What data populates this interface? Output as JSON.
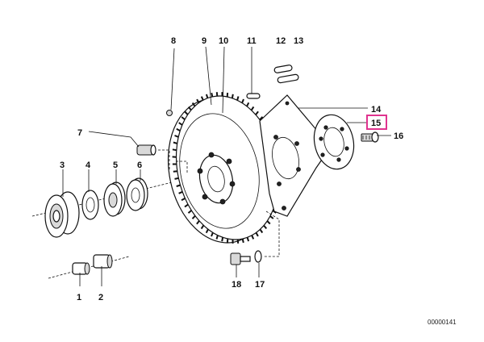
{
  "diagram": {
    "highlight_color": "#e0338f",
    "part_numbers": [
      {
        "id": "p1",
        "label": "1"
      },
      {
        "id": "p2",
        "label": "2"
      },
      {
        "id": "p3",
        "label": "3"
      },
      {
        "id": "p4",
        "label": "4"
      },
      {
        "id": "p5",
        "label": "5"
      },
      {
        "id": "p6",
        "label": "6"
      },
      {
        "id": "p7",
        "label": "7"
      },
      {
        "id": "p8",
        "label": "8"
      },
      {
        "id": "p9",
        "label": "9"
      },
      {
        "id": "p10",
        "label": "10"
      },
      {
        "id": "p11",
        "label": "11"
      },
      {
        "id": "p12",
        "label": "12"
      },
      {
        "id": "p13",
        "label": "13"
      },
      {
        "id": "p14",
        "label": "14"
      },
      {
        "id": "p15",
        "label": "15"
      },
      {
        "id": "p16",
        "label": "16"
      },
      {
        "id": "p17",
        "label": "17"
      },
      {
        "id": "p18",
        "label": "18"
      }
    ],
    "highlighted_part": "15",
    "document_number": "00000141"
  }
}
